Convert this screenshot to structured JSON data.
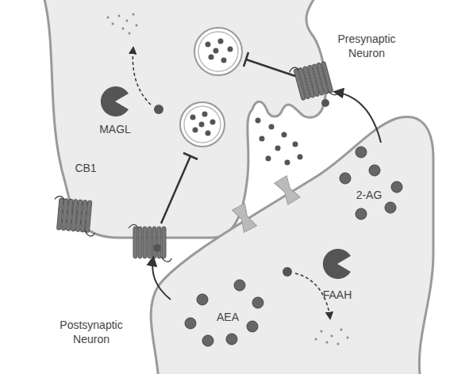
{
  "diagram": {
    "labels": [
      "Presynaptic Neuron",
      "MAGL",
      "CB1",
      "2-AG",
      "AEA",
      "FAAH",
      "Postsynaptic Neuron"
    ]
  }
}
